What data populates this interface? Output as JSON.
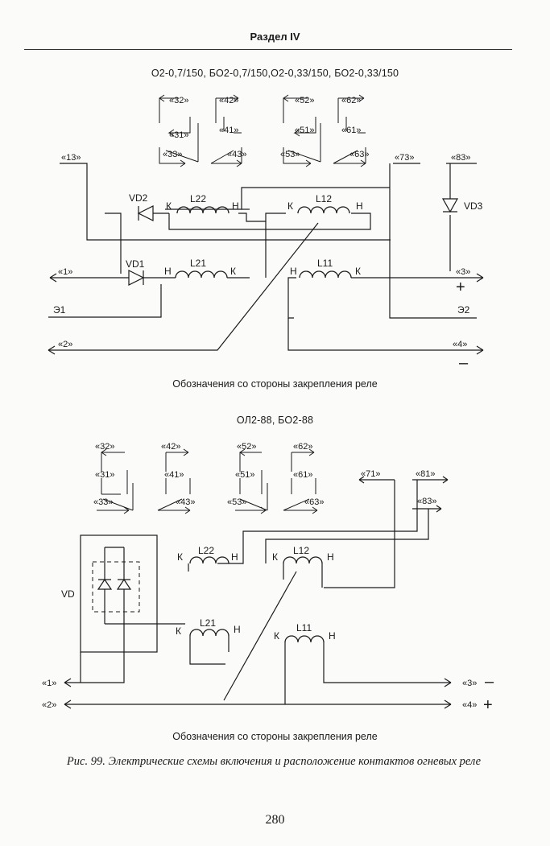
{
  "header": {
    "section": "Раздел IV"
  },
  "diagram1": {
    "title": "О2-0,7/150, БО2-0,7/150,О2-0,33/150, БО2-0,33/150",
    "caption": "Обозначения со стороны закрепления реле",
    "contacts": [
      "«32»",
      "«42»",
      "«52»",
      "«62»",
      "«31»",
      "«41»",
      "«51»",
      "«61»",
      "«33»",
      "«43»",
      "«53»",
      "«63»"
    ],
    "terminals": [
      "«13»",
      "«73»",
      "«83»",
      "«1»",
      "«3»",
      "«2»",
      "«4»",
      "Э1",
      "Э2"
    ],
    "components": [
      "VD2",
      "VD1",
      "VD3",
      "L22",
      "L12",
      "L21",
      "L11"
    ],
    "coil_ends": {
      "k": "К",
      "h": "Н"
    },
    "plus": "+",
    "minus": "–"
  },
  "diagram2": {
    "title": "ОЛ2-88, БО2-88",
    "caption": "Обозначения со стороны закрепления реле",
    "contacts": [
      "«32»",
      "«42»",
      "«52»",
      "«62»",
      "«31»",
      "«41»",
      "«51»",
      "«61»",
      "«33»",
      "«43»",
      "«53»",
      "«63»"
    ],
    "terminals": [
      "«71»",
      "«81»",
      "«83»",
      "«1»",
      "«2»",
      "«3»",
      "«4»"
    ],
    "components": [
      "VD",
      "L22",
      "L12",
      "L21",
      "L11"
    ],
    "coil_ends": {
      "k": "К",
      "h": "Н"
    },
    "plus": "+",
    "minus": "–"
  },
  "figure_caption": "Рис. 99. Электрические схемы включения и расположение контактов огневых реле",
  "page_number": "280"
}
